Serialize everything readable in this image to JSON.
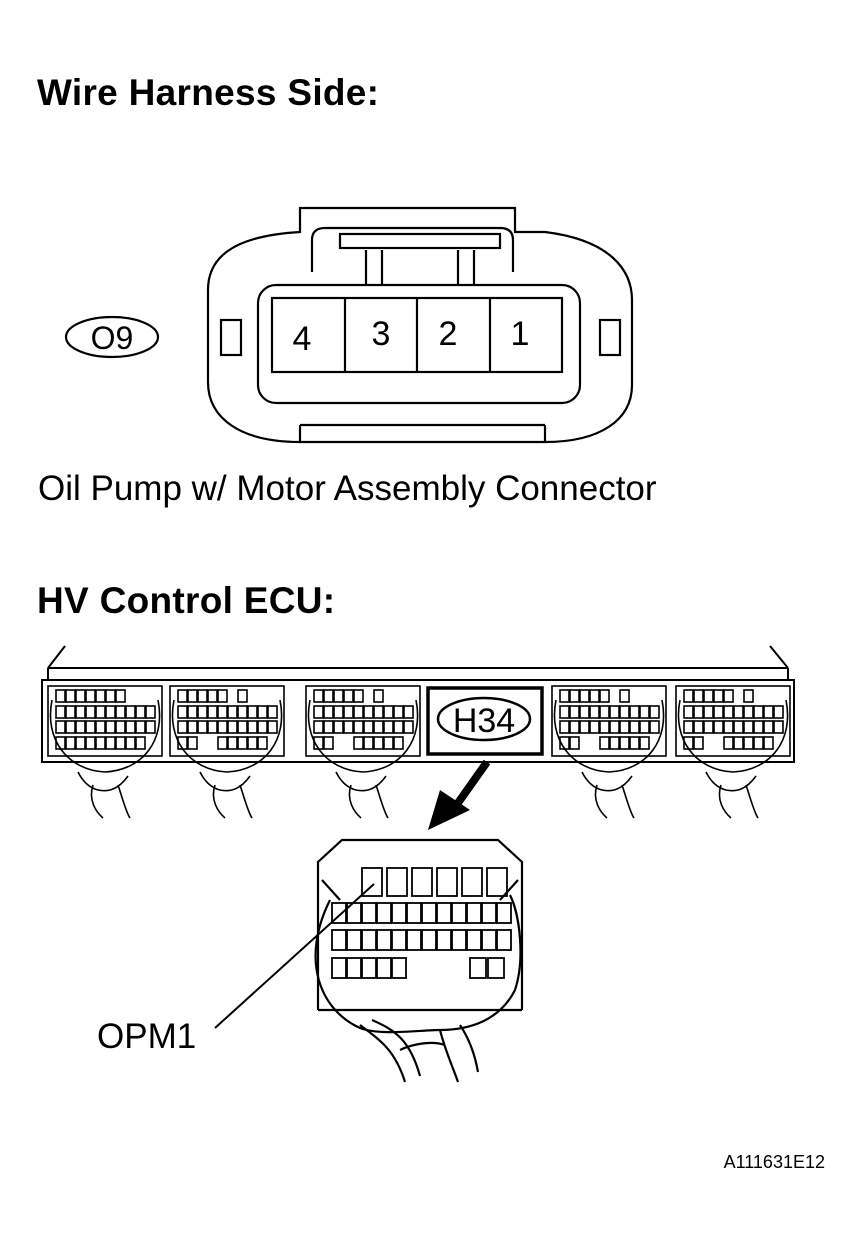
{
  "headings": {
    "wire_harness": "Wire Harness Side:",
    "hv_ecu": "HV Control ECU:"
  },
  "connector_o9": {
    "code": "O9",
    "pins": [
      "4",
      "3",
      "2",
      "1"
    ],
    "caption": "Oil Pump w/ Motor Assembly Connector"
  },
  "connector_h34": {
    "code": "H34",
    "terminal": "OPM1"
  },
  "figure_id": "A111631E12"
}
